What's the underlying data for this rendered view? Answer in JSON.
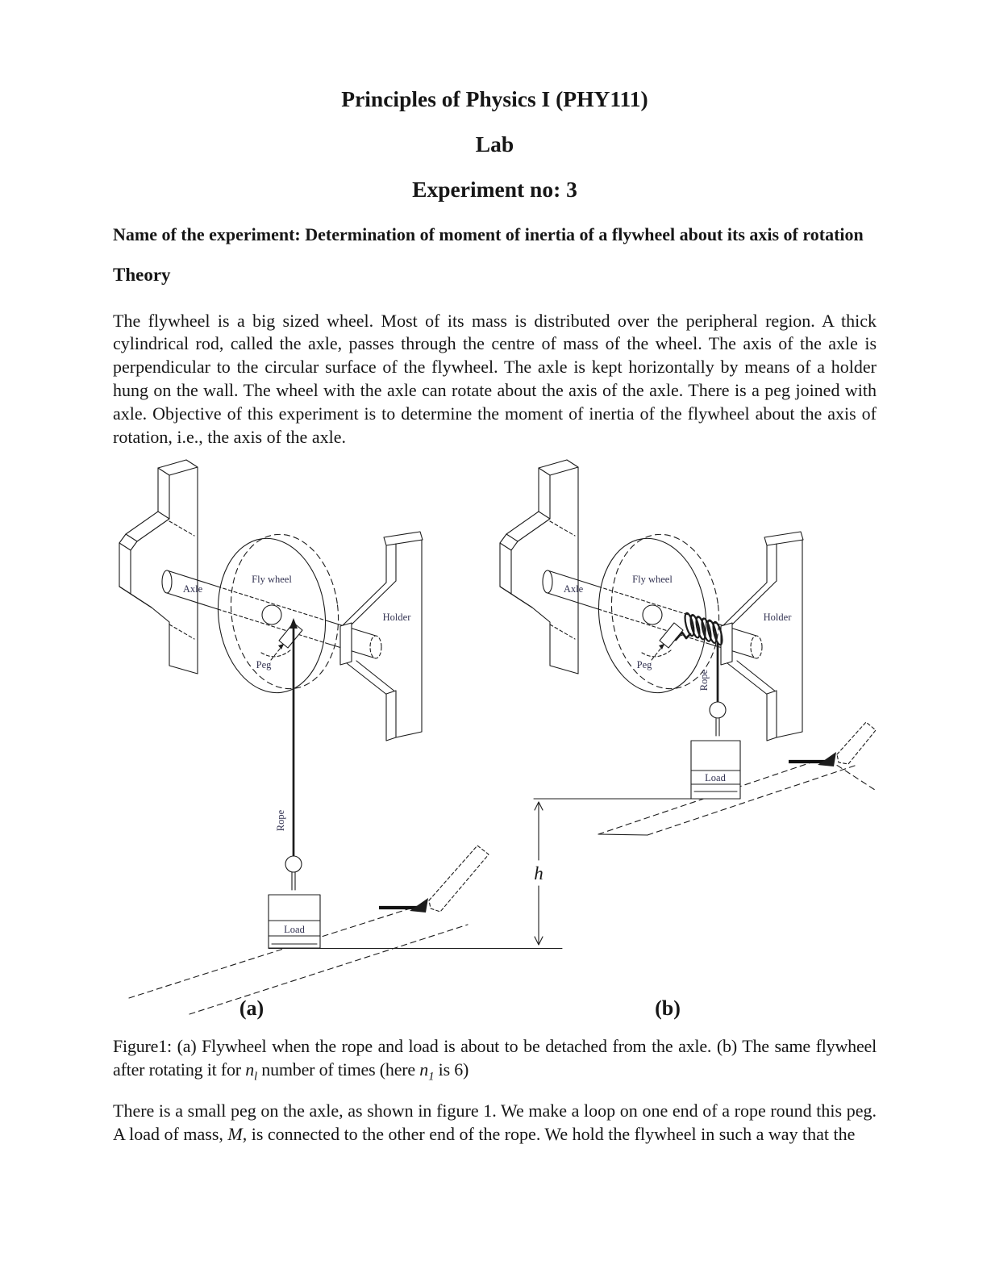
{
  "page": {
    "title": "Principles of Physics I (PHY111)",
    "subtitle": "Lab",
    "experiment_no": "Experiment no: 3",
    "experiment_name": "Name of the experiment: Determination of moment of inertia of a flywheel about its axis of rotation",
    "theory_heading": "Theory",
    "theory_text": "The flywheel is a big sized wheel. Most of its mass is distributed over the peripheral region. A thick cylindrical rod, called the axle, passes through the centre of mass of the wheel. The axis of the axle is perpendicular to the circular surface of the flywheel. The axle is kept horizontally by means of a holder hung on the wall. The wheel with the axle can rotate about the axis of the axle. There is a peg joined with axle. Objective of this experiment is to determine the moment of inertia of the flywheel about the axis of rotation, i.e., the axis of the axle."
  },
  "figure": {
    "labels": {
      "fly_wheel": "Fly wheel",
      "axle": "Axle",
      "holder": "Holder",
      "peg": "Peg",
      "rope": "Rope",
      "load": "Load",
      "h": "h",
      "sub_a": "(a)",
      "sub_b": "(b)"
    },
    "colors": {
      "ink": "#1c1c1c",
      "label_ink": "#333352",
      "paper": "#ffffff"
    }
  },
  "caption": {
    "p1": "Figure1: (a) Flywheel when the rope and load is about to be detached from the axle. (b) The same flywheel after rotating it for ",
    "var1": "n",
    "sub1": "l",
    "p2": " number of times (here ",
    "var2": "n",
    "sub2": "1",
    "p3": " is 6)"
  },
  "body2": {
    "p1": "There is a small peg on the axle, as shown in figure 1. We make a loop on one end of a rope round this peg. A load of mass, ",
    "var1": "M,",
    "p2": " is connected to the other end of the rope. We hold the flywheel in such a way that the"
  }
}
